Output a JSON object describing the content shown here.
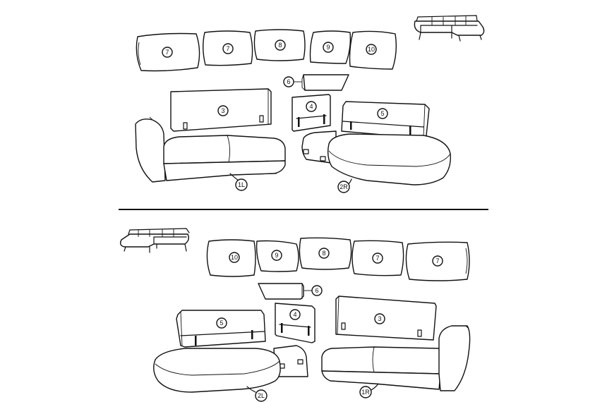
{
  "top": {
    "cushions": [
      "7",
      "7",
      "8",
      "9",
      "10"
    ],
    "arm_rest": "6",
    "back_center": "4",
    "back_left": "3",
    "back_right": "5",
    "seat_left": "1L",
    "seat_right": "2R"
  },
  "bottom": {
    "cushions": [
      "10",
      "9",
      "8",
      "7",
      "7"
    ],
    "arm_rest": "6",
    "back_center": "4",
    "back_left": "5",
    "back_right": "3",
    "seat_left": "2L",
    "seat_right": "1R"
  }
}
